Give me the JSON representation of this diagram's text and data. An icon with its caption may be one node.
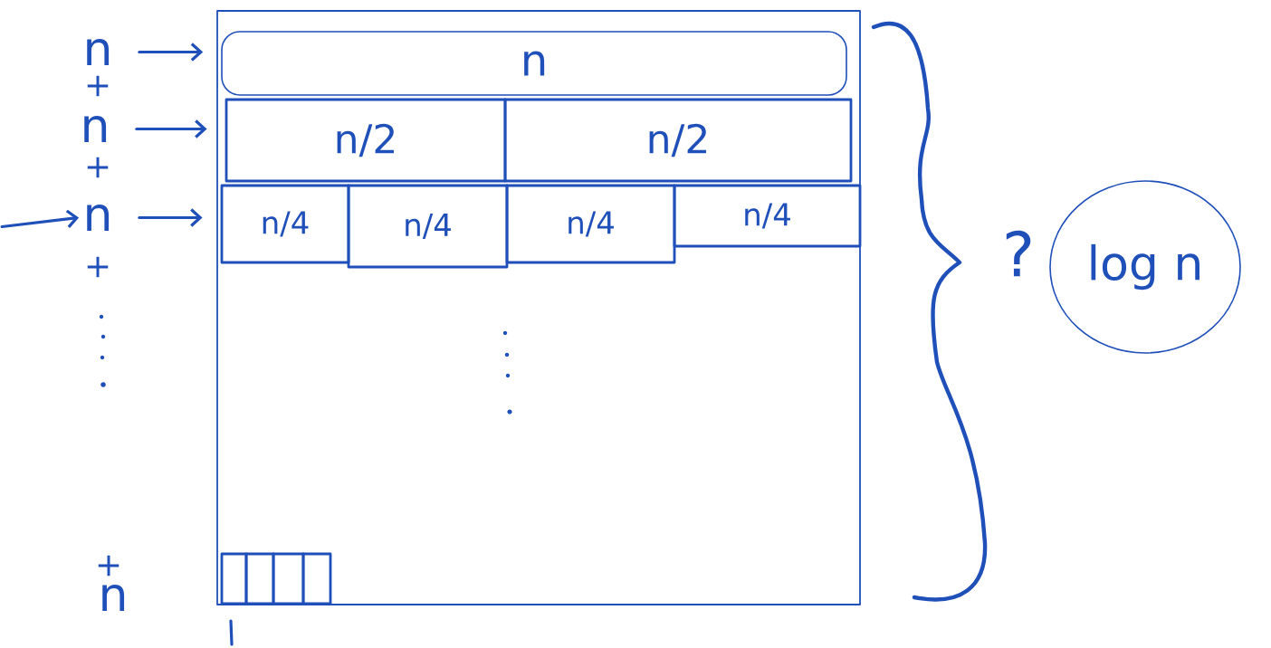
{
  "diagram": {
    "nodes": [
      {
        "text": [],
        "shape": "box"
      },
      {
        "text": [
          "n"
        ],
        "in": 0
      },
      {
        "text": [
          "n/2"
        ],
        "in": 0
      },
      {
        "text": [
          "n/2"
        ],
        "in": 0
      },
      {
        "text": [
          "n/4"
        ],
        "in": 0
      },
      {
        "text": [
          "n/4"
        ],
        "in": 0
      },
      {
        "text": [
          "n/4"
        ],
        "in": 0
      },
      {
        "text": [
          "n/4"
        ],
        "in": 0
      },
      {
        "text": [],
        "shape": "bar",
        "in": 0
      },
      {
        "text": [],
        "shape": "bar",
        "in": 0
      },
      {
        "text": [],
        "shape": "bar",
        "in": 0
      },
      {
        "text": [],
        "shape": "bar",
        "in": 0
      },
      {
        "text": [
          "log n"
        ]
      },
      {
        "text": [
          "n"
        ]
      },
      {
        "text": [
          "n"
        ]
      },
      {
        "text": [
          "n"
        ]
      },
      {
        "text": [
          "n"
        ]
      }
    ],
    "edges": [
      {
        "from": 13,
        "to": 1,
        "arrow": "to"
      },
      {
        "from": 14,
        "to": 2,
        "arrow": "to"
      },
      {
        "from": 15,
        "to": 4,
        "arrow": "to"
      },
      {
        "from": null,
        "to": 15,
        "arrow": "to"
      }
    ],
    "labels": [
      "+",
      "+",
      "?",
      "+",
      "+"
    ]
  }
}
